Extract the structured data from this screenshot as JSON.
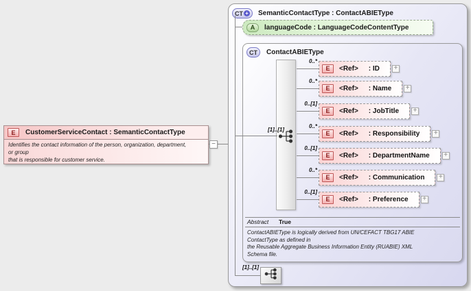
{
  "glyphs": {
    "plus": "+",
    "minus": "−"
  },
  "left_element": {
    "icon_label": "E",
    "title": "CustomerServiceContact : SemanticContactType",
    "annotation": "Identifies the contact information of the person, organization, department,\nor group\nthat is responsible for customer service."
  },
  "outer_type": {
    "icon_label": "CT",
    "icon_plus": "+",
    "title": "SemanticContactType : ContactABIEType",
    "attribute": {
      "icon_label": "A",
      "title": "languageCode : LanguageCodeContentType"
    },
    "base_type": {
      "icon_label": "CT",
      "title": "ContactABIEType",
      "compositor_cardinality": "[1]..[1]",
      "elements": [
        {
          "cardinality": "0..*",
          "icon_label": "E",
          "ref": "<Ref>",
          "name": ": ID"
        },
        {
          "cardinality": "0..*",
          "icon_label": "E",
          "ref": "<Ref>",
          "name": ": Name"
        },
        {
          "cardinality": "0..[1]",
          "icon_label": "E",
          "ref": "<Ref>",
          "name": ": JobTitle"
        },
        {
          "cardinality": "0..*",
          "icon_label": "E",
          "ref": "<Ref>",
          "name": ": Responsibility"
        },
        {
          "cardinality": "0..[1]",
          "icon_label": "E",
          "ref": "<Ref>",
          "name": ": DepartmentName"
        },
        {
          "cardinality": "0..*",
          "icon_label": "E",
          "ref": "<Ref>",
          "name": ": Communication"
        },
        {
          "cardinality": "0..[1]",
          "icon_label": "E",
          "ref": "<Ref>",
          "name": ": Preference"
        }
      ],
      "facet": {
        "label": "Abstract",
        "value": "True"
      },
      "annotation": "ContactABIEType is logically derived from UN/CEFACT TBG17 ABIE\nContactType as defined in\nthe Reusable Aggregate Business Information Entity (RUABIE) XML\nSchema file."
    },
    "content_compositor": {
      "cardinality": "[1]..[1]"
    }
  }
}
